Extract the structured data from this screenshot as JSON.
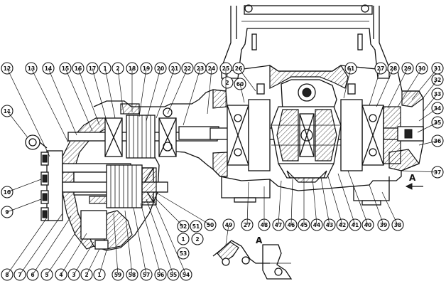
{
  "drawing": {
    "view_label": "A",
    "detail_label": "A",
    "callouts_top": [
      "12",
      "13",
      "14",
      "15",
      "16",
      "17",
      "1",
      "2",
      "18",
      "19",
      "20",
      "21",
      "22",
      "23",
      "24",
      "25",
      "26"
    ],
    "callouts_top_right": [
      "61",
      "27",
      "28",
      "29",
      "30",
      "31"
    ],
    "callouts_right": [
      "32",
      "33",
      "34",
      "35",
      "36",
      "37"
    ],
    "callouts_left": [
      "11",
      "10",
      "9"
    ],
    "callouts_bottom_left": [
      "8",
      "7",
      "6",
      "5",
      "4",
      "3",
      "2",
      "1"
    ],
    "callouts_bottom_mid": [
      "59",
      "58",
      "57",
      "56",
      "55",
      "54"
    ],
    "callouts_mid_stack": [
      "52",
      "1",
      "53"
    ],
    "callouts_mid_stack2": [
      "51",
      "2"
    ],
    "callouts_bottom_right": [
      "50",
      "27",
      "48",
      "47",
      "46",
      "45",
      "44",
      "43",
      "42",
      "41",
      "40",
      "39",
      "38"
    ],
    "callouts_detail": [
      "49"
    ],
    "callout_inner": [
      "2",
      "60"
    ]
  }
}
